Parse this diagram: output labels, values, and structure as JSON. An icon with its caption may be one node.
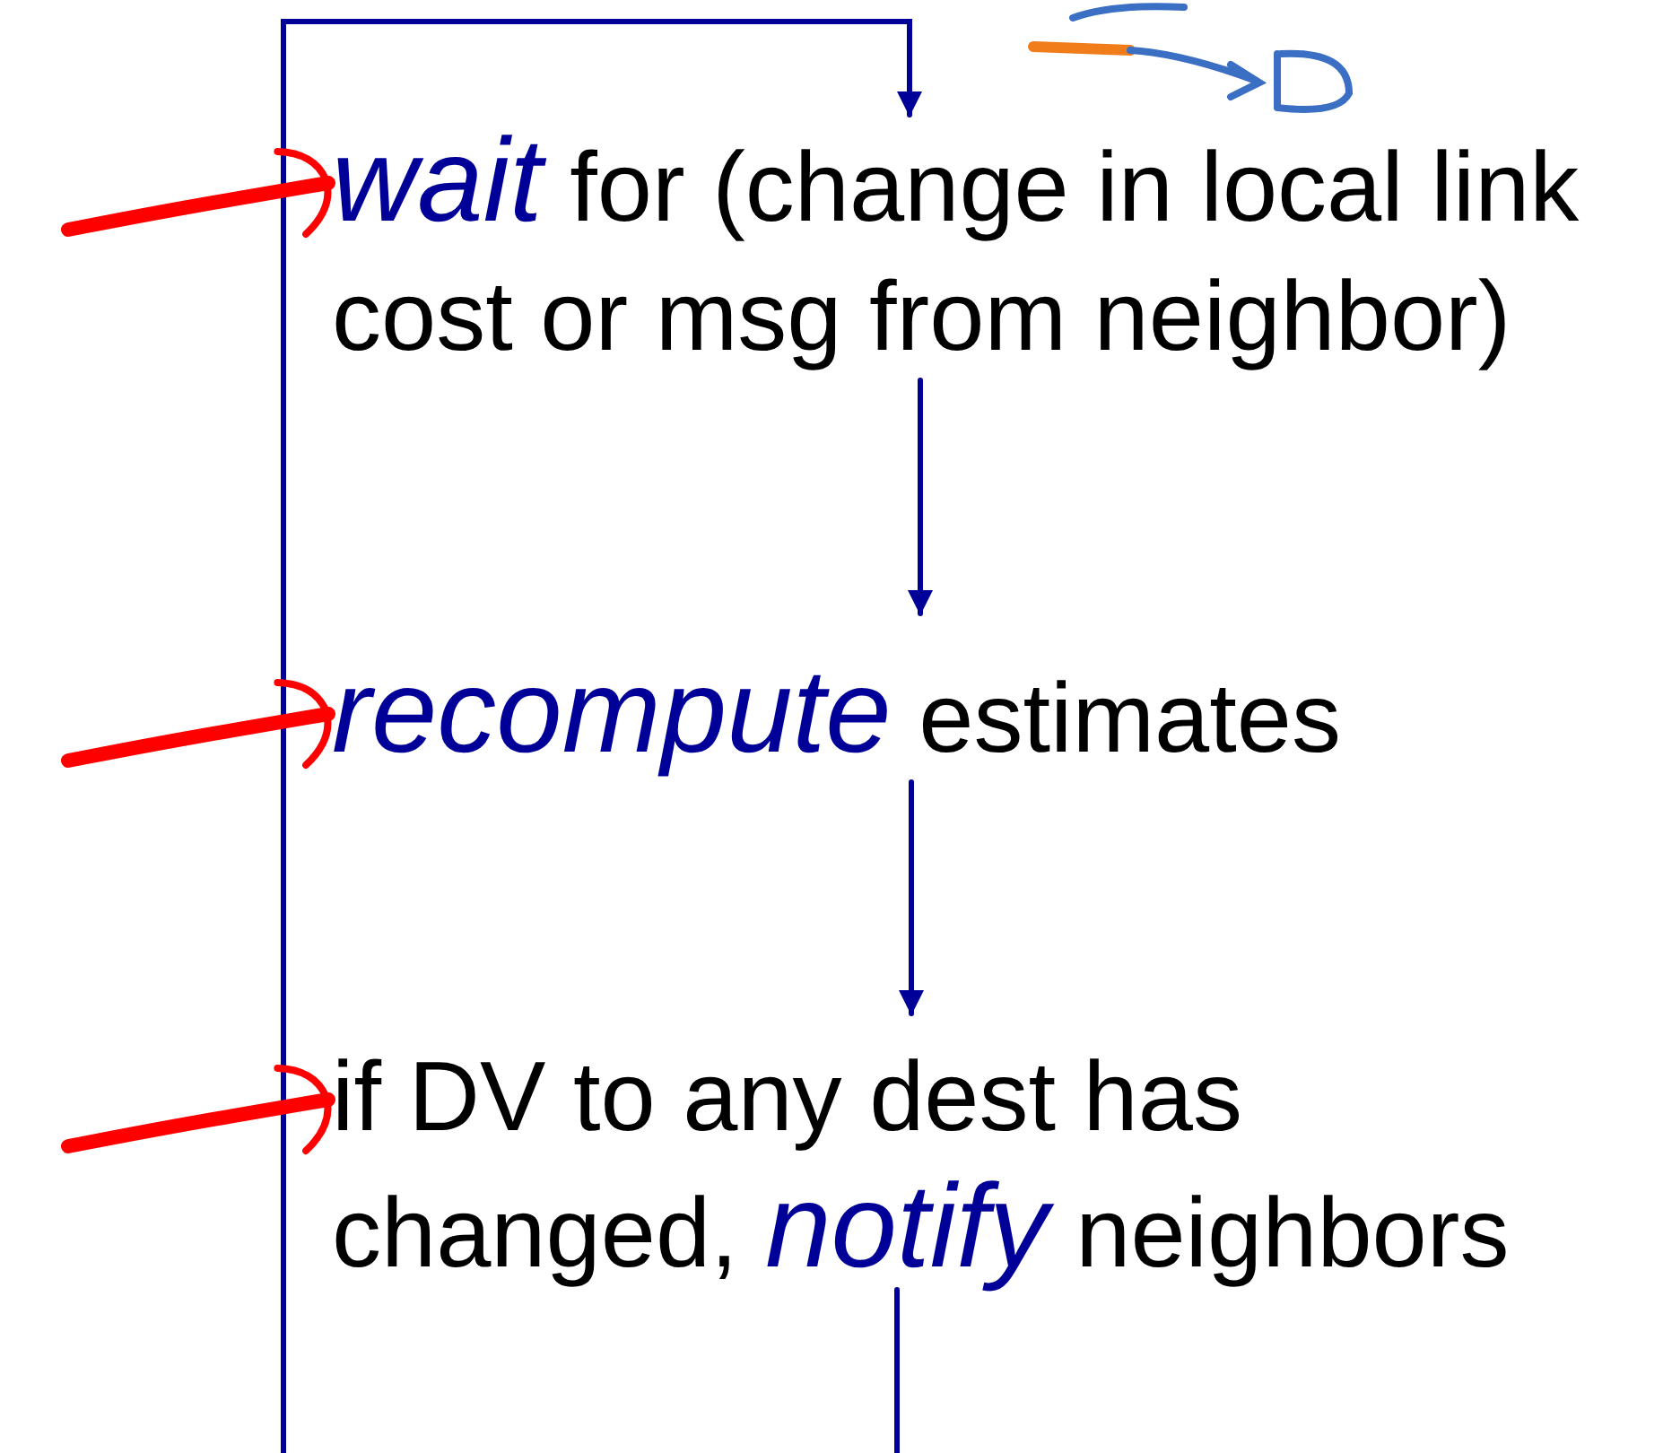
{
  "diagram": {
    "nodes": [
      {
        "text": [
          "*wait* for (change in local link cost or msg from neighbor)"
        ]
      },
      {
        "text": [
          "*recompute* estimates"
        ]
      },
      {
        "text": [
          "if DV to any dest has changed, *notify* neighbors"
        ]
      }
    ],
    "edges": [
      {
        "from": 0,
        "to": 1,
        "arrow": "to"
      },
      {
        "from": 1,
        "to": 2,
        "arrow": "to"
      },
      {
        "from": 2,
        "to": 0,
        "arrow": "to"
      },
      {
        "from": null,
        "to": 0,
        "arrow": "other",
        "style": "thick",
        "color": "#ff0000"
      },
      {
        "from": null,
        "to": 1,
        "arrow": "other",
        "style": "thick",
        "color": "#ff0000"
      },
      {
        "from": null,
        "to": 2,
        "arrow": "other",
        "style": "thick",
        "color": "#ff0000"
      }
    ]
  }
}
